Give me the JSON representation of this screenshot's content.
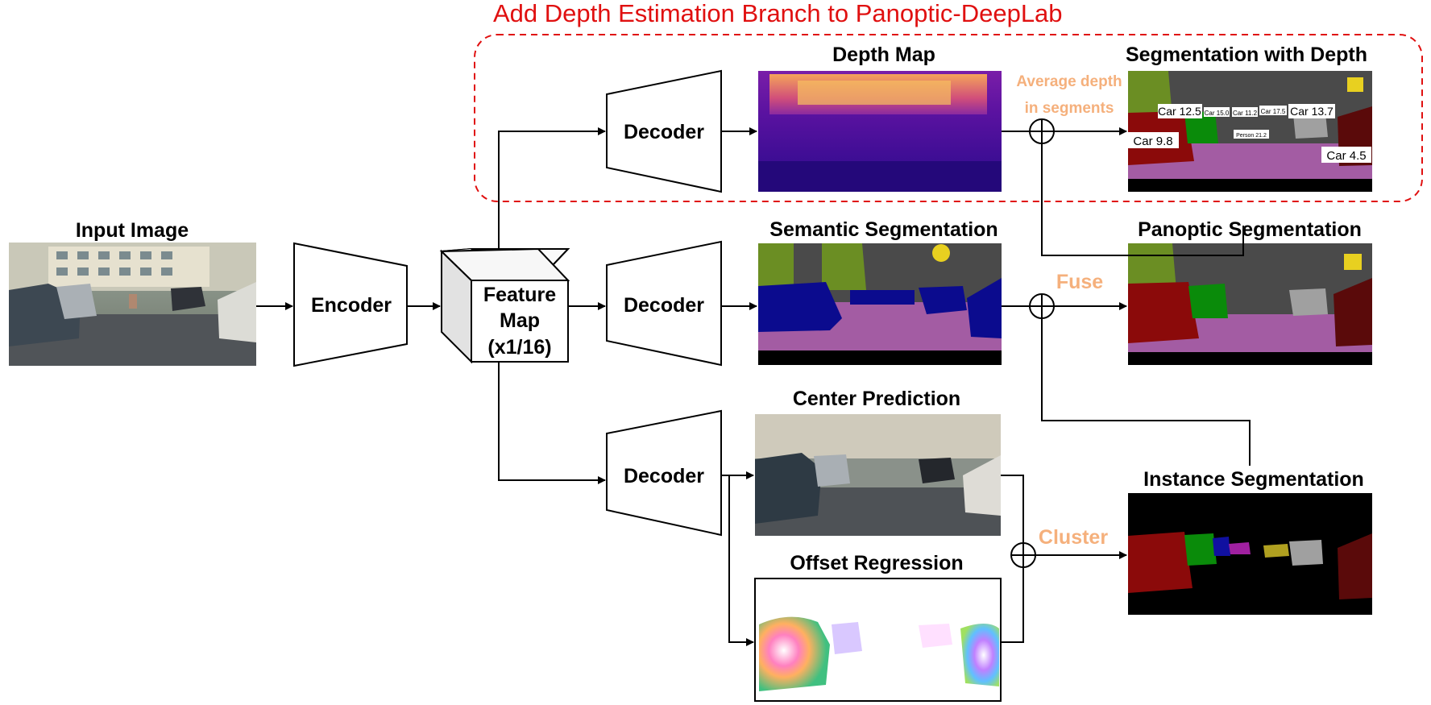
{
  "title": "Add Depth Estimation Branch to Panoptic-DeepLab",
  "blocks": {
    "input_image": "Input Image",
    "encoder": "Encoder",
    "feature_map": [
      "Feature",
      "Map",
      "(x1/16)"
    ],
    "decoder": "Decoder"
  },
  "outputs": {
    "depth_map": "Depth Map",
    "semantic": "Semantic Segmentation",
    "center": "Center Prediction",
    "offset": "Offset Regression",
    "seg_depth": "Segmentation with Depth",
    "panoptic": "Panoptic Segmentation",
    "instance": "Instance Segmentation"
  },
  "ops": {
    "average_depth": [
      "Average depth",
      "in segments"
    ],
    "fuse": "Fuse",
    "cluster": "Cluster"
  },
  "depth_tags": [
    "Car 12.5",
    "Car 15.0",
    "Car 11.2",
    "Car 17.5",
    "Car 13.7",
    "Car 9.8",
    "Person 21.2",
    "Car 4.5"
  ],
  "colors": {
    "title_red": "#e01010",
    "op_orange": "#f5b07c",
    "car_blue": "#0b0b8e",
    "road_purple": "#a35ca3",
    "sky_gray": "#505050",
    "vegetation_green": "#6b8e23"
  }
}
